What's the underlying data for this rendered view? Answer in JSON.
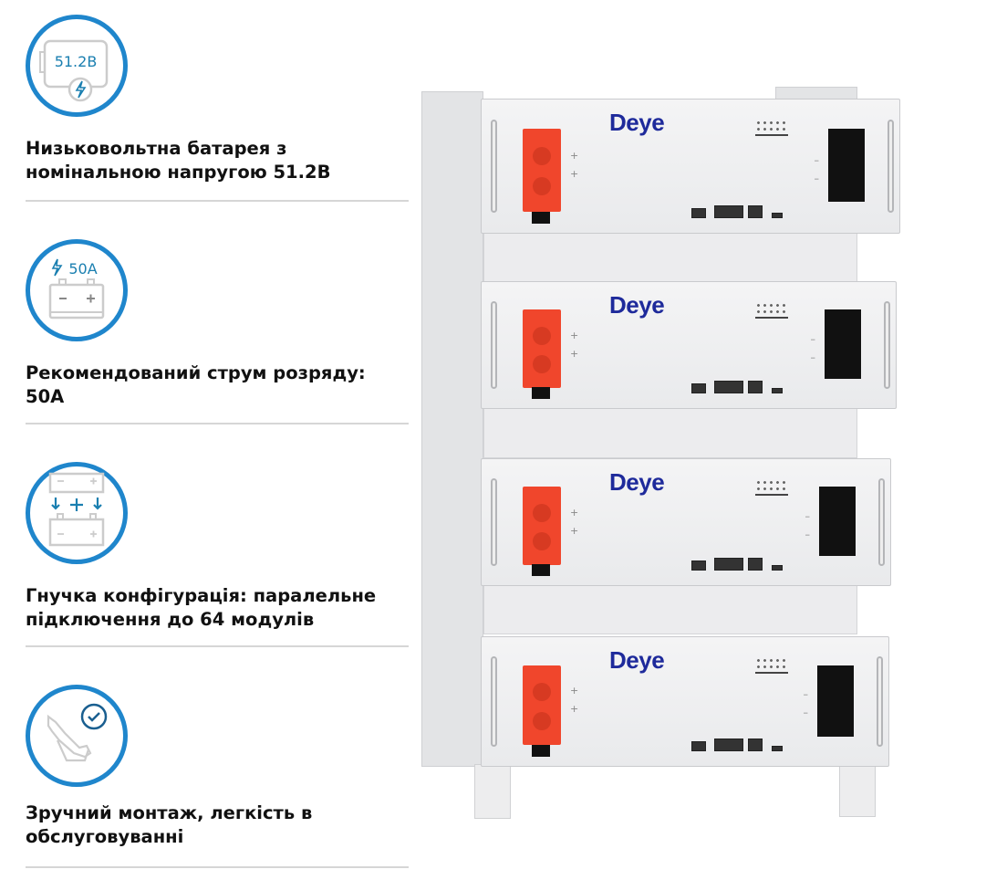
{
  "features": [
    {
      "icon": "battery-voltage-icon",
      "icon_label": "51.2В",
      "text_line1": "Низьковольтна батарея з",
      "text_line2": "номінальною напругою 51.2В"
    },
    {
      "icon": "battery-current-icon",
      "icon_label": "50A",
      "text_line1": "Рекомендований струм розряду:",
      "text_line2": "50A"
    },
    {
      "icon": "parallel-batteries-icon",
      "text_line1": "Гнучка конфігурація: паралельне",
      "text_line2": "підключення до 64 модулів"
    },
    {
      "icon": "wrench-check-icon",
      "text_line1": "Зручний монтаж, легкість в",
      "text_line2": "обслуговуванні"
    }
  ],
  "product": {
    "brand_logo": "Deye",
    "modules_count": 4
  },
  "colors": {
    "accent": "#1f86cc",
    "brand": "#1e2a9b",
    "connector_red": "#f0462c"
  }
}
